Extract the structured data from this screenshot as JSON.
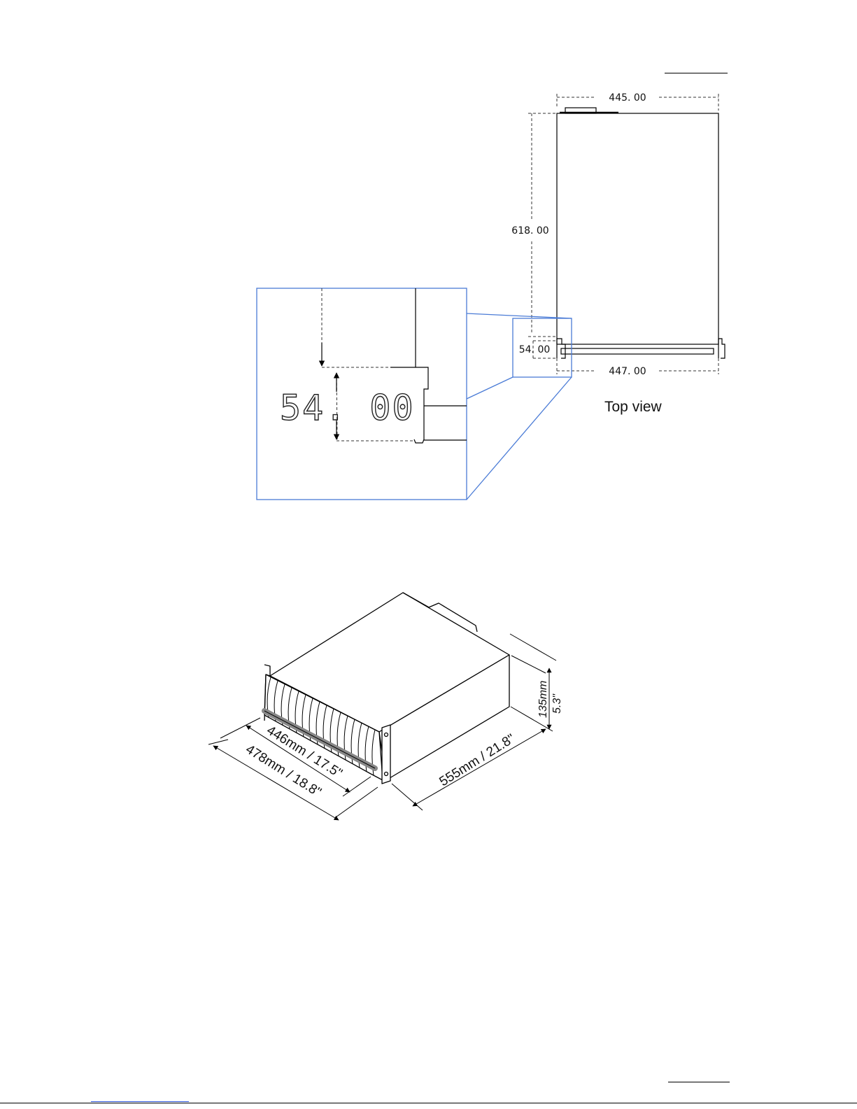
{
  "top_view": {
    "label": "Top view",
    "dimensions": {
      "width_top": "445. 00",
      "depth_left": "618. 00",
      "rail_offset": "54. 00",
      "width_bottom": "447. 00"
    }
  },
  "detail_view": {
    "dimension": "54. 00"
  },
  "iso_view": {
    "dimensions": {
      "front_width": "446mm / 17.5\"",
      "overall_width": "478mm / 18.8\"",
      "depth": "555mm / 21.8\"",
      "height_mm": "135mm",
      "height_in": "5.3\""
    }
  },
  "colors": {
    "line": "#000000",
    "dash": "#333333",
    "callout": "#4a7bd6"
  }
}
